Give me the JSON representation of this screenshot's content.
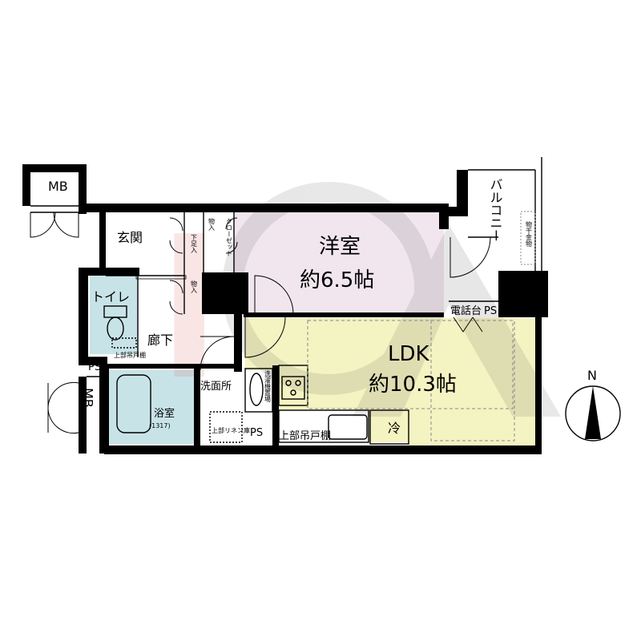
{
  "rooms": {
    "western": {
      "name": "洋室",
      "size": "約6.5帖",
      "color": "#f1e6ee"
    },
    "ldk": {
      "name": "LDK",
      "size": "約10.3帖",
      "color": "#f4f3c2"
    },
    "toilet": {
      "name": "トイレ",
      "color": "#c8e3e8"
    },
    "bath": {
      "name": "浴室",
      "size": "(1317)",
      "color": "#c8e3e8"
    },
    "washroom": {
      "name": "洗面所"
    },
    "entrance": {
      "name": "玄関"
    },
    "hallway": {
      "name": "廊下"
    },
    "balcony": {
      "name": "バルコニー"
    }
  },
  "labels": {
    "mb_top": "MB",
    "mb_side": "MB",
    "ps_toilet": "PS",
    "ps_wash": "PS",
    "ps_ldk": "PS",
    "storage_top": "物入",
    "closet": "クローゼット",
    "shoe_storage": "下足入",
    "storage_mid": "物入",
    "phone_stand": "電話台",
    "upper_cabinet": "上部吊戸棚",
    "fridge": "冷",
    "laundry_hanger": "物干金物",
    "washer_space": "洗濯機置場",
    "upper_storage": "上部リネン庫",
    "toilet_upper": "上部吊戸棚"
  },
  "compass": {
    "north": "N"
  }
}
